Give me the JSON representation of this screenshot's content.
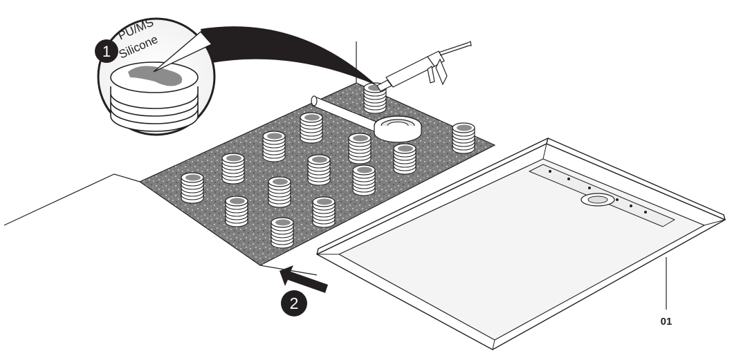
{
  "callout": {
    "material_line1": "PU/MS",
    "material_line2": "Silicone"
  },
  "steps": [
    {
      "number": "1"
    },
    {
      "number": "2"
    }
  ],
  "part_label": "01",
  "colors": {
    "line": "#231f20",
    "screed_fill": "#8a8a8a",
    "silicone_blob": "#8c8c8c",
    "tray_fill": "#f4f4f4"
  },
  "icons": {
    "caulking_gun": "caulking-gun-icon",
    "push_direction": "arrow-icon"
  }
}
